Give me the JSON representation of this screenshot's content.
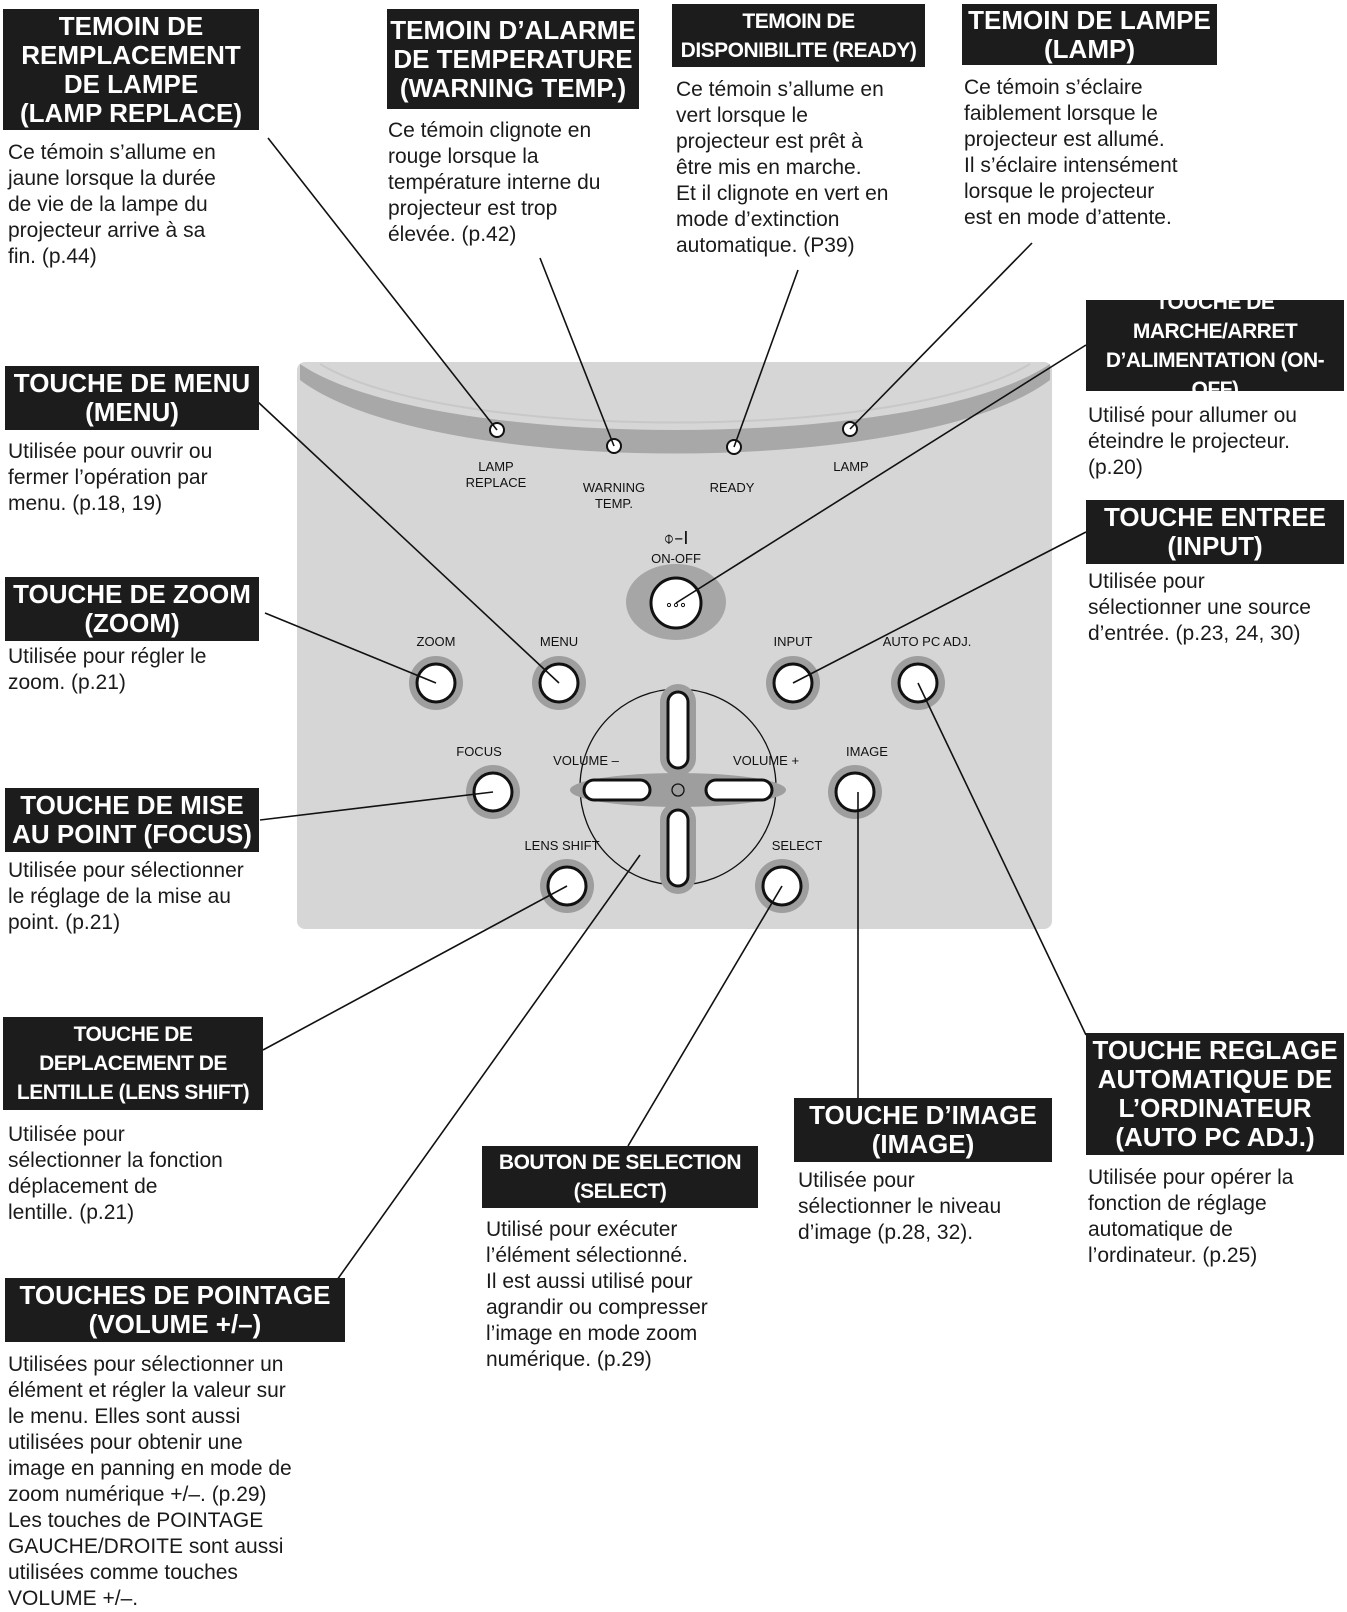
{
  "callouts": {
    "lamp_replace": {
      "title": "TEMOIN DE\nREMPLACEMENT\nDE LAMPE\n(LAMP REPLACE)",
      "desc": "Ce témoin s’allume en\njaune lorsque la durée\nde vie de la lampe du\nprojecteur arrive à sa\nfin. (p.44)"
    },
    "warning_temp": {
      "title": "TEMOIN D’ALARME\nDE TEMPERATURE\n(WARNING TEMP.)",
      "desc": "Ce témoin clignote en\nrouge lorsque la\ntempérature interne du\nprojecteur est trop\nélevée. (p.42)"
    },
    "ready": {
      "title": "TEMOIN DE\nDISPONIBILITE (READY)",
      "desc": "Ce témoin s’allume en\nvert lorsque le\nprojecteur est prêt à\nêtre mis en marche.\nEt il clignote en vert en\nmode d’extinction\nautomatique. (P39)"
    },
    "lamp": {
      "title": "TEMOIN DE LAMPE\n(LAMP)",
      "desc": "Ce témoin s’éclaire\nfaiblement lorsque le\nprojecteur est allumé.\nIl s’éclaire intensément\nlorsque le projecteur\nest en mode d’attente."
    },
    "menu": {
      "title": "TOUCHE DE MENU\n(MENU)",
      "desc": "Utilisée pour ouvrir ou\nfermer l’opération par\nmenu. (p.18, 19)"
    },
    "on_off": {
      "title": "TOUCHE DE\nMARCHE/ARRET\nD’ALIMENTATION (ON-OFF)",
      "desc": "Utilisé pour allumer ou\néteindre le projecteur.\n(p.20)"
    },
    "zoom": {
      "title": "TOUCHE DE ZOOM\n(ZOOM)",
      "desc": "Utilisée pour régler le\nzoom. (p.21)"
    },
    "input": {
      "title": "TOUCHE ENTREE\n(INPUT)",
      "desc": "Utilisée pour\nsélectionner une source\nd’entrée. (p.23, 24, 30)"
    },
    "focus": {
      "title": "TOUCHE DE MISE\nAU POINT (FOCUS)",
      "desc": "Utilisée pour sélectionner\nle réglage de la mise au\npoint. (p.21)"
    },
    "lens_shift": {
      "title": "TOUCHE DE\nDEPLACEMENT DE\nLENTILLE (LENS SHIFT)",
      "desc": "Utilisée pour\nsélectionner la fonction\ndéplacement de\nlentille. (p.21)"
    },
    "volume": {
      "title": "TOUCHES DE POINTAGE\n(VOLUME +/–)",
      "desc": "Utilisées pour sélectionner un\nélément et régler la valeur sur\nle menu. Elles sont aussi\nutilisées pour obtenir une\nimage en panning en mode de\nzoom numérique +/–. (p.29)\nLes touches de POINTAGE\nGAUCHE/DROITE sont aussi\nutilisées comme touches\nVOLUME +/–."
    },
    "select": {
      "title": "BOUTON DE SELECTION\n(SELECT)",
      "desc": "Utilisé pour exécuter\nl’élément sélectionné.\nIl est aussi utilisé pour\nagrandir ou compresser\nl’image en mode zoom\nnumérique. (p.29)"
    },
    "image": {
      "title": "TOUCHE D’IMAGE\n(IMAGE)",
      "desc": "Utilisée pour\nsélectionner le niveau\nd’image (p.28, 32)."
    },
    "auto_pc": {
      "title": "TOUCHE REGLAGE\nAUTOMATIQUE DE\nL’ORDINATEUR\n(AUTO PC ADJ.)",
      "desc": "Utilisée pour opérer la\nfonction de réglage\nautomatique de\nl’ordinateur. (p.25)"
    }
  },
  "panel": {
    "indicators": {
      "lamp_replace_line1": "LAMP",
      "lamp_replace_line2": "REPLACE",
      "warning_line1": "WARNING",
      "warning_line2": "TEMP.",
      "ready": "READY",
      "lamp": "LAMP"
    },
    "buttons": {
      "power_symbol": "⌽–I",
      "on_off": "ON-OFF",
      "zoom": "ZOOM",
      "menu": "MENU",
      "input": "INPUT",
      "auto_pc": "AUTO PC ADJ.",
      "focus": "FOCUS",
      "volume_minus": "VOLUME –",
      "volume_plus": "VOLUME +",
      "image": "IMAGE",
      "lens_shift": "LENS SHIFT",
      "select": "SELECT"
    }
  },
  "colors": {
    "panel": "#d6d6d6",
    "panel_arc": "#a8a8a8",
    "button_ring": "#9e9e9e",
    "header_bg": "#1c1c1c"
  }
}
